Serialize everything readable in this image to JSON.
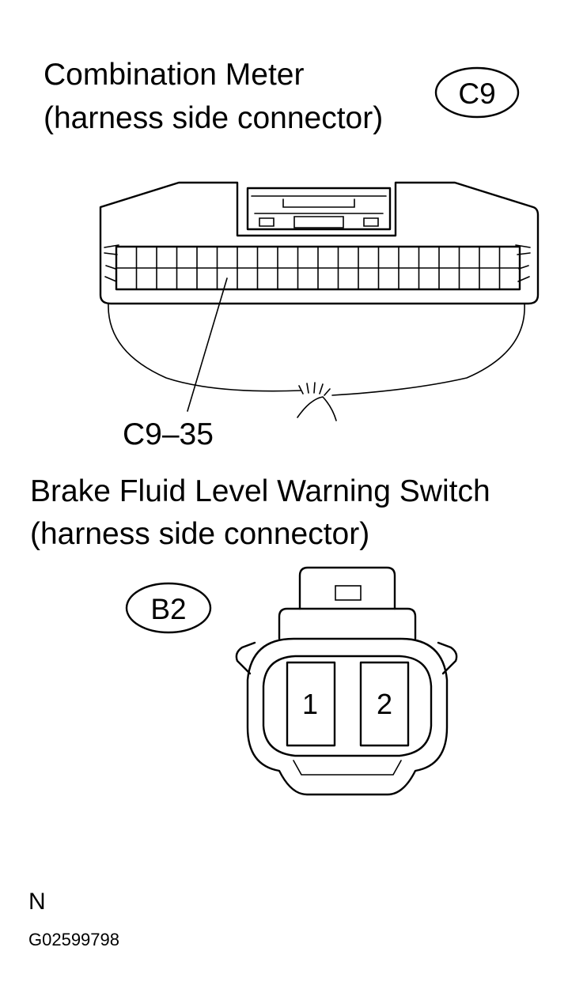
{
  "connector_c9": {
    "title_line1": "Combination Meter",
    "title_line2": "(harness side connector)",
    "badge": "C9",
    "terminal_callout": "C9–35"
  },
  "connector_b2": {
    "title_line1": "Brake Fluid Level Warning Switch",
    "title_line2": "(harness side connector)",
    "badge": "B2",
    "pin_1": "1",
    "pin_2": "2"
  },
  "footer": {
    "note": "N",
    "figure_code": "G02599798"
  }
}
